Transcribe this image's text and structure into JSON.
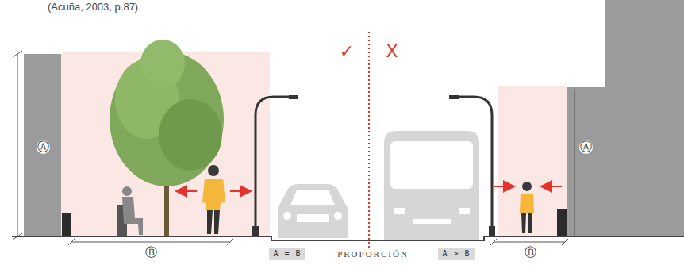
{
  "diagram": {
    "labels": [
      "(Acuña, 2003, p.87).",
      "✓",
      "X",
      "Ⓐ",
      "Ⓐ",
      "Ⓑ",
      "Ⓑ",
      "A = B",
      "PROPORCIÓN",
      "A > B"
    ]
  }
}
